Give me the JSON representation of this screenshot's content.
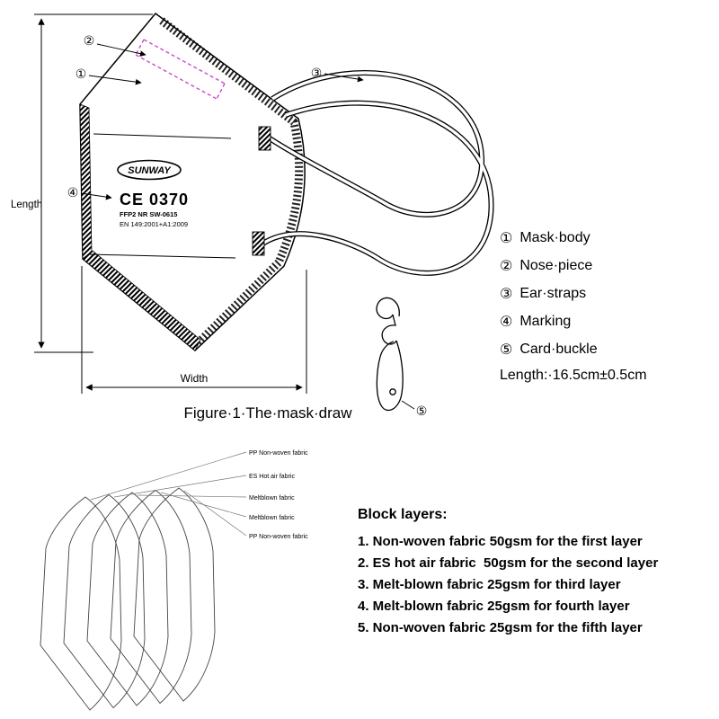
{
  "figure1": {
    "caption": "Figure·1·The·mask·draw",
    "length_label": "Length",
    "width_label": "Width",
    "marking": {
      "brand": "SUNWAY",
      "ce_mark": "CE 0370",
      "approval_line": "FFP2 NR  SW-0615",
      "standard_line": "EN 149:2001+A1:2009"
    },
    "callouts": [
      "①",
      "②",
      "③",
      "④",
      "⑤"
    ]
  },
  "legend": {
    "items": [
      {
        "num": "①",
        "label": "Mask·body"
      },
      {
        "num": "②",
        "label": "Nose·piece"
      },
      {
        "num": "③",
        "label": "Ear·straps"
      },
      {
        "num": "④",
        "label": "Marking"
      },
      {
        "num": "⑤",
        "label": "Card·buckle"
      }
    ],
    "length_note": "Length:·16.5cm±0.5cm"
  },
  "layers_figure": {
    "labels": [
      "PP Non-woven fabric",
      "ES Hot air fabric",
      "Meltblown fabric",
      "Meltblown fabric",
      "PP Non-woven fabric"
    ]
  },
  "block_layers": {
    "title": "Block layers:",
    "items": [
      "1. Non-woven fabric 50gsm for the first layer",
      "2. ES hot air fabric  50gsm for the second layer",
      "3. Melt-blown fabric 25gsm for third layer",
      "4. Melt-blown fabric 25gsm for fourth layer",
      "5. Non-woven fabric 25gsm for the fifth layer"
    ]
  }
}
